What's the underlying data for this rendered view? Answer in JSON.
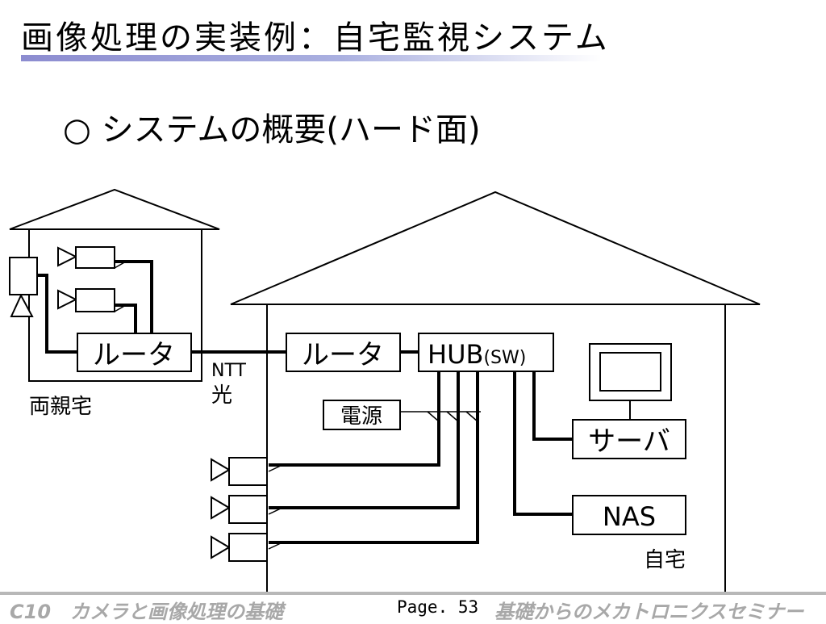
{
  "slide": {
    "title": "画像処理の実装例：自宅監視システム",
    "subtitle": "○ システムの概要(ハード面)"
  },
  "diagram": {
    "parents_house": {
      "label": "両親宅",
      "router_label": "ルータ"
    },
    "link_label_line1": "NTT",
    "link_label_line2": "光",
    "home": {
      "label": "自宅",
      "router_label": "ルータ",
      "hub_label": "HUB",
      "hub_sub_label": "(SW)",
      "power_label": "電源",
      "server_label": "サーバ",
      "nas_label": "NAS"
    }
  },
  "footer": {
    "left": "C10　カメラと画像処理の基礎",
    "page": "Page. 53",
    "right": "基礎からのメカトロニクスセミナー"
  },
  "colors": {
    "title_underline": "#8c8cd0",
    "footer_text": "#a8a8a8",
    "footer_rule": "#b8b8b8",
    "line": "#000000"
  }
}
